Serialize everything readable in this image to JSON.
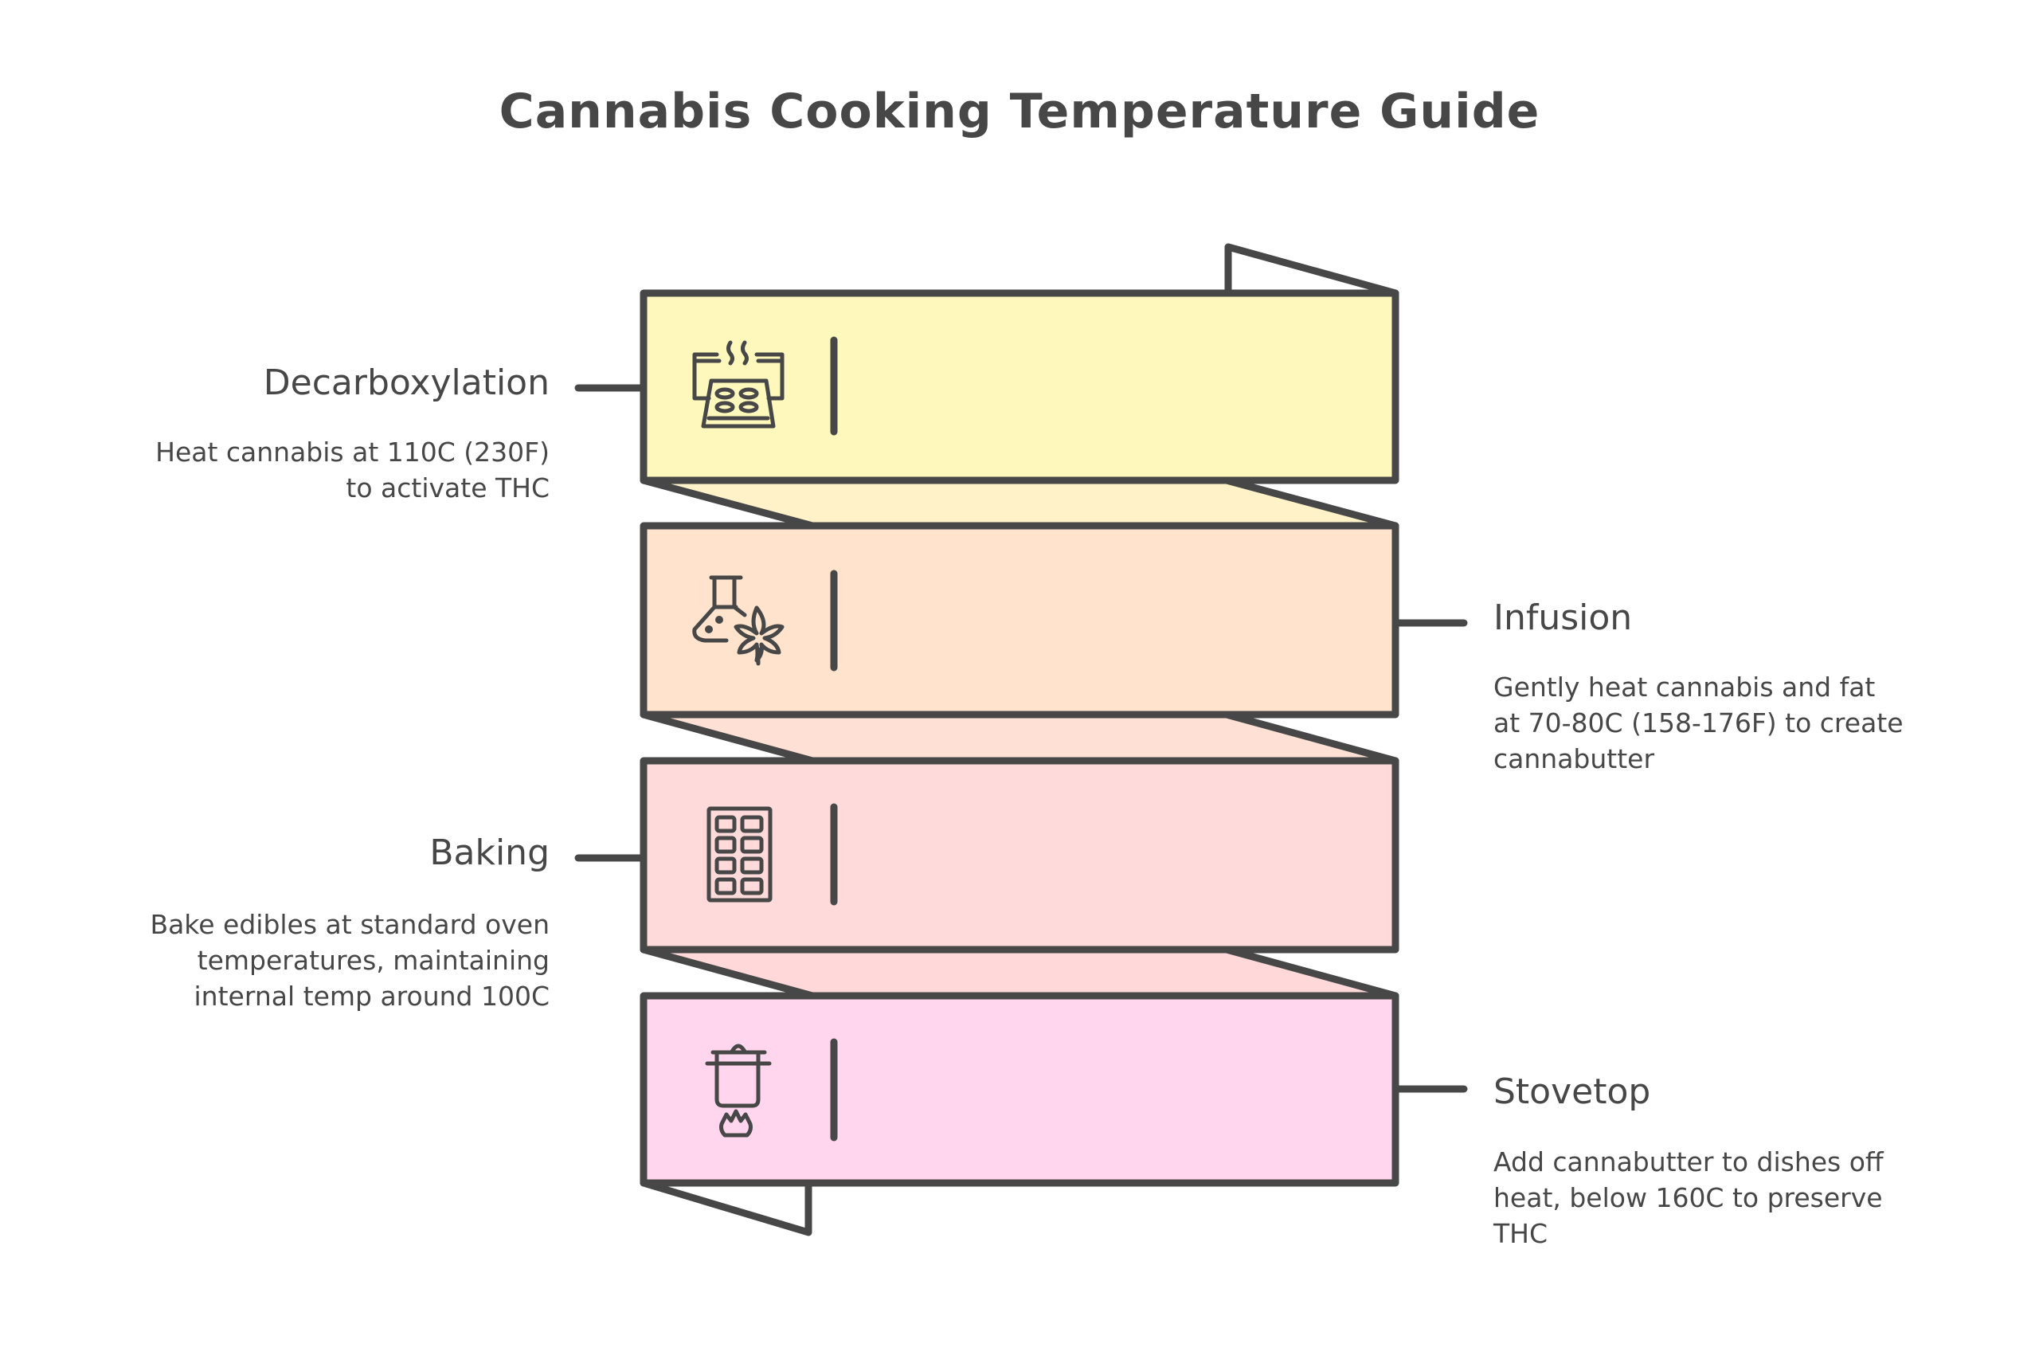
{
  "title": "Cannabis Cooking Temperature Guide",
  "colors": {
    "stroke": "#474747",
    "decarboxylation_fill": "#FFF8BC",
    "infusion_fill": "#FFE3CC",
    "baking_fill": "#FFDADA",
    "stovetop_fill": "#FFD6EE"
  },
  "steps": [
    {
      "label": "Decarboxylation",
      "icon": "oven-tray-icon",
      "side": "left",
      "description": [
        "Heat cannabis at 110C (230F)",
        "to activate THC"
      ]
    },
    {
      "label": "Infusion",
      "icon": "flask-cannabis-leaf-icon",
      "side": "right",
      "description": [
        "Gently heat cannabis and fat",
        "at 70-80C (158-176F) to create",
        "cannabutter"
      ]
    },
    {
      "label": "Baking",
      "icon": "chocolate-bar-icon",
      "side": "left",
      "description": [
        "Bake edibles at standard oven",
        "temperatures, maintaining",
        "internal temp around 100C"
      ]
    },
    {
      "label": "Stovetop",
      "icon": "pot-on-flame-icon",
      "side": "right",
      "description": [
        "Add cannabutter to dishes off",
        "heat, below 160C to preserve",
        "THC"
      ]
    }
  ]
}
